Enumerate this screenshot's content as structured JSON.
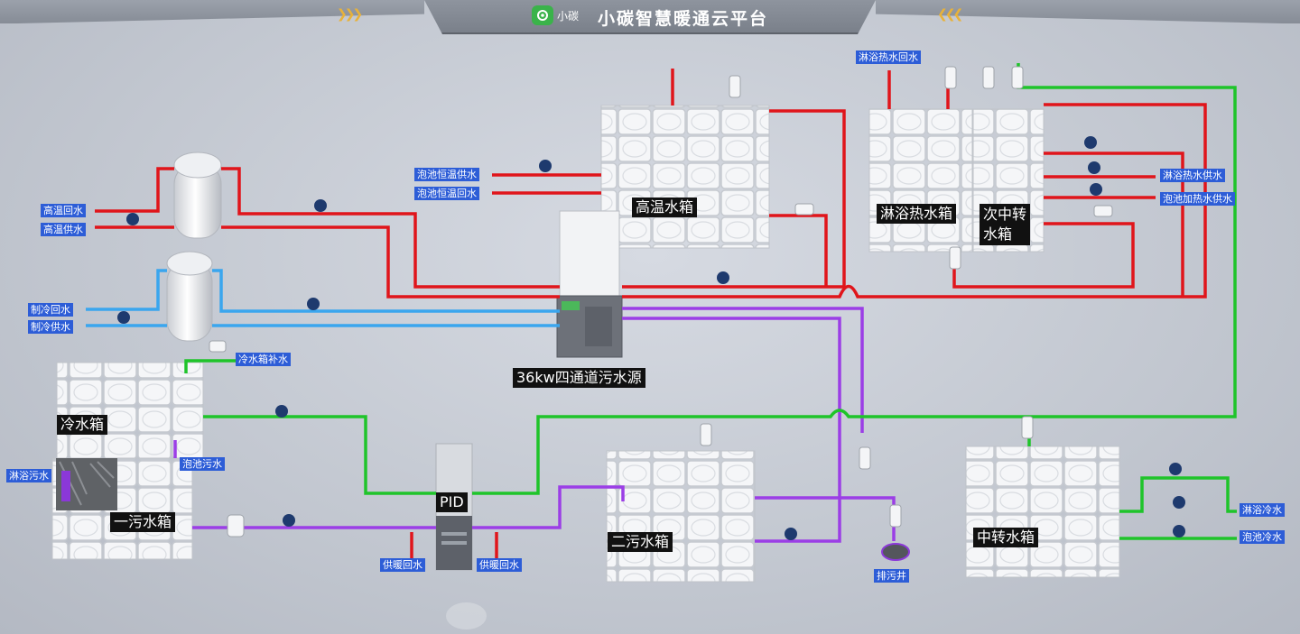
{
  "header": {
    "logo_text": "小碳",
    "title": "小碳智慧暖通云平台"
  },
  "equipment": {
    "heat_pump": "36kw四通道污水源",
    "pid": "PID"
  },
  "tanks": {
    "high_temp": "高温水箱",
    "shower_hot": "淋浴热水箱",
    "secondary_transfer": "次中转\n水箱",
    "cold": "冷水箱",
    "sewage_1": "一污水箱",
    "sewage_2": "二污水箱",
    "transfer": "中转水箱"
  },
  "pipe_labels": {
    "high_temp_return": "高温回水",
    "high_temp_supply": "高温供水",
    "cooling_return": "制冷回水",
    "cooling_supply": "制冷供水",
    "pool_const_supply": "泡池恒温供水",
    "pool_const_return": "泡池恒温回水",
    "shower_hot_return": "淋浴热水回水",
    "shower_hot_supply": "淋浴热水供水",
    "pool_heat_supply": "泡池加热水供水",
    "cold_tank_makeup": "冷水箱补水",
    "pool_sewage": "泡池污水",
    "shower_sewage": "淋浴污水",
    "heating_return_left": "供暖回水",
    "heating_return_right": "供暖回水",
    "drain_well": "排污井",
    "shower_cold": "淋浴冷水",
    "pool_cold": "泡池冷水"
  },
  "colors": {
    "hot_pipe": "#e0151b",
    "cold_pipe": "#3aa6ee",
    "sewage_pipe": "#9b3ee6",
    "fresh_pipe": "#1fc42a",
    "label_bg": "#2d5dd7",
    "tank_label_bg": "#111111",
    "accent": "#e8b23a"
  }
}
